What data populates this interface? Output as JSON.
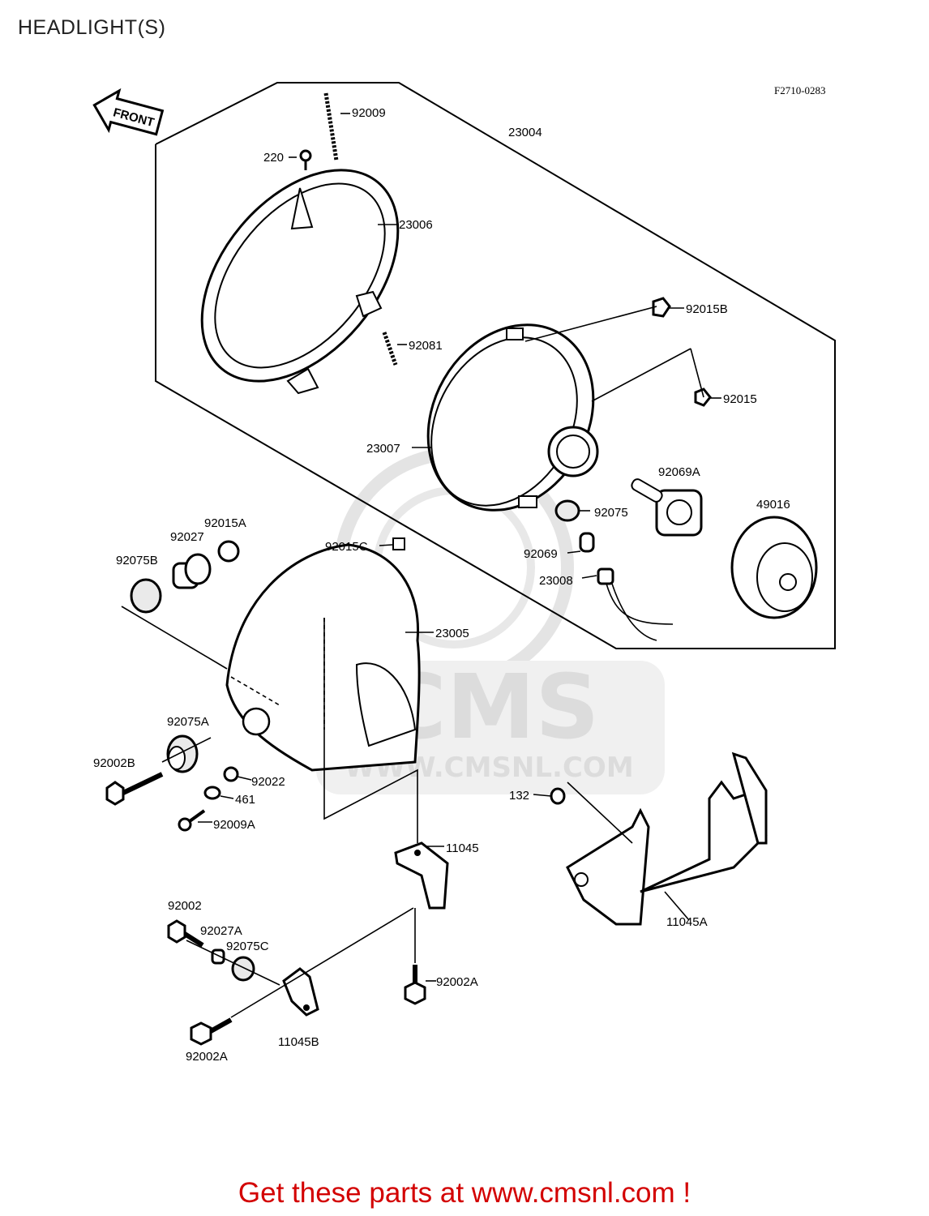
{
  "header": {
    "title": "HEADLIGHT(S)"
  },
  "figure": {
    "code": "F2710-0283",
    "front_arrow": "FRONT",
    "watermark": {
      "logo": "CMS",
      "url": "WWW.CMSNL.COM"
    },
    "callouts": [
      "92009",
      "23004",
      "220",
      "23006",
      "92015B",
      "92081",
      "92015",
      "23007",
      "92069A",
      "49016",
      "92015A",
      "92027",
      "92075",
      "92075B",
      "92015C",
      "92069",
      "23008",
      "23005",
      "92075A",
      "92002B",
      "92022",
      "461",
      "92009A",
      "132",
      "11045",
      "11045A",
      "92002",
      "92027A",
      "92075C",
      "92002A",
      "11045B",
      "92002A"
    ]
  },
  "footer": {
    "promo": "Get these parts at www.cmsnl.com !"
  }
}
